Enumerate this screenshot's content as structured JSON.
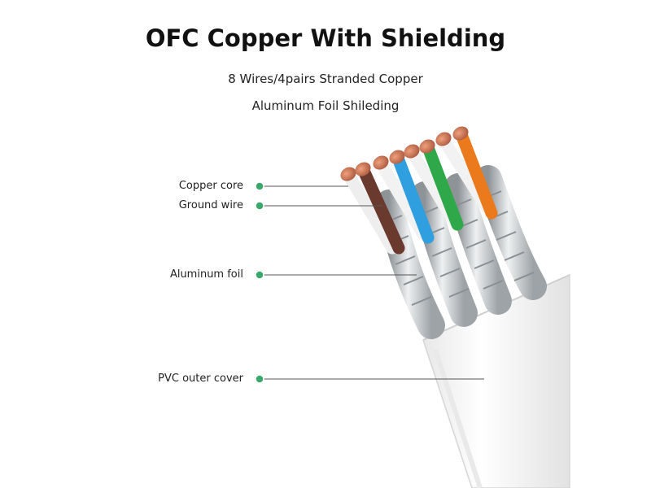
{
  "title": "OFC Copper With Shielding",
  "subtitles": [
    "8 Wires/4pairs Stranded Copper",
    "Aluminum Foil Shileding"
  ],
  "callouts": [
    {
      "key": "copper-core",
      "label": "Copper core"
    },
    {
      "key": "ground-wire",
      "label": "Ground wire"
    },
    {
      "key": "aluminum-foil",
      "label": "Aluminum foil"
    },
    {
      "key": "pvc-outer-cover",
      "label": "PVC outer cover"
    }
  ],
  "colors": {
    "marker": "#3aa86b",
    "copper": "#c9714f",
    "wire_white": "#f2f2f2",
    "wire_brown": "#6b3a2e",
    "wire_blue": "#2f9fe0",
    "wire_green": "#2fa84a",
    "wire_orange": "#ea7a1c",
    "foil": "#bfc3c6",
    "jacket": "#f7f7f7"
  }
}
